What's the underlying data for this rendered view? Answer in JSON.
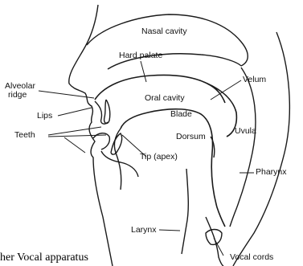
{
  "labels": {
    "nasal_cavity": "Nasal cavity",
    "hard_palate": "Hard palate",
    "alveolar_ridge_line1": "Alveolar",
    "alveolar_ridge_line2": "ridge",
    "velum": "Velum",
    "oral_cavity": "Oral cavity",
    "lips": "Lips",
    "teeth": "Teeth",
    "blade": "Blade",
    "uvula": "Uvula",
    "dorsum": "Dorsum",
    "tip": "Tip (apex)",
    "pharynx": "Pharynx",
    "larynx": "Larynx",
    "vocal_cords": "Vocal cords"
  },
  "caption": "her Vocal apparatus"
}
